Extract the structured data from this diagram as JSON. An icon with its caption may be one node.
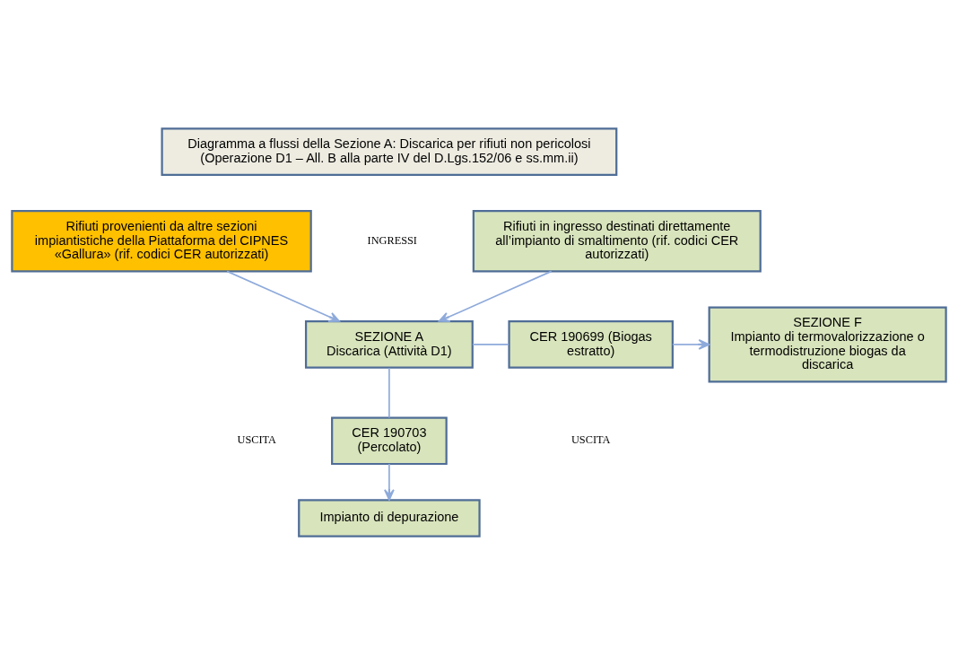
{
  "diagram": {
    "nodes": [
      {
        "text": [
          "Diagramma a flussi della Sezione A: Discarica per rifiuti non pericolosi (Operazione D1 – All. B alla parte IV del D.Lgs.152/06 e ss.mm.ii)"
        ]
      },
      {
        "text": [
          "Rifiuti in ingresso destinati direttamente all’impianto di smaltimento (rif. codici CER autorizzati)"
        ]
      },
      {
        "text": [
          "Rifiuti provenienti da altre sezioni impiantistiche della Piattaforma del CIPNES «Gallura» (rif. codici CER autorizzati)"
        ]
      },
      {
        "text": [
          "SEZIONE A",
          "Discarica (Attività D1)"
        ]
      },
      {
        "text": [
          "CER 190699 (Biogas estratto)"
        ]
      },
      {
        "text": [
          "SEZIONE F",
          "Impianto di termovalorizzazione o termodistruzione biogas da discarica"
        ]
      },
      {
        "text": [
          "CER 190703 (Percolato)"
        ]
      },
      {
        "text": [
          "Impianto di depurazione"
        ]
      }
    ],
    "edges": [
      {
        "from": 1,
        "to": 3,
        "arrow": "to"
      },
      {
        "from": 2,
        "to": 3,
        "arrow": "to"
      },
      {
        "from": 3,
        "to": 4,
        "arrow": "none"
      },
      {
        "from": 4,
        "to": 5,
        "arrow": "to"
      },
      {
        "from": 3,
        "to": 6,
        "arrow": "none"
      },
      {
        "from": 6,
        "to": 7,
        "arrow": "to"
      }
    ],
    "labels": [
      "INGRESSI",
      "USCITA",
      "USCITA"
    ]
  }
}
